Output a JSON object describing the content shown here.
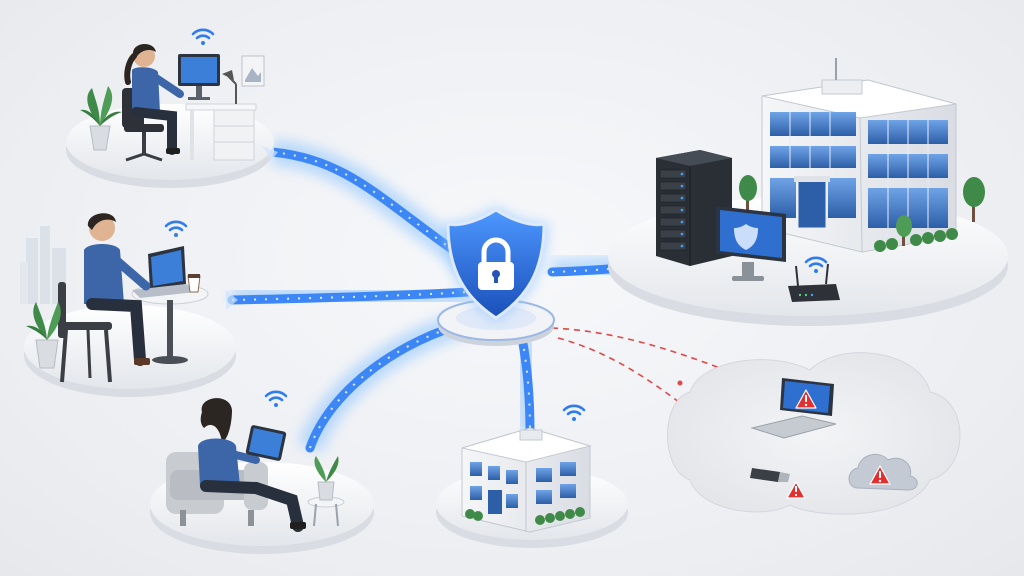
{
  "diagram": {
    "center": {
      "icon": "shield-lock-icon"
    },
    "nodes": [
      {
        "id": "home-office-worker",
        "icon": "desktop-computer-icon",
        "wifi": true
      },
      {
        "id": "cafe-worker",
        "icon": "laptop-icon",
        "wifi": true
      },
      {
        "id": "mobile-tablet-worker",
        "icon": "tablet-icon",
        "wifi": true
      },
      {
        "id": "branch-office",
        "icon": "building-icon",
        "wifi": true
      },
      {
        "id": "headquarters-datacenter",
        "icon": "server-rack-icon",
        "wifi": true
      }
    ],
    "threats": [
      {
        "id": "compromised-laptop",
        "icon": "warning-icon"
      },
      {
        "id": "unauthorized-usb",
        "icon": "warning-icon"
      },
      {
        "id": "untrusted-cloud",
        "icon": "warning-icon"
      }
    ],
    "colors": {
      "secure_link": "#2f7cf0",
      "secure_glow": "#8cc4ff",
      "threat_link": "#e04848",
      "shield": "#1f5fcf",
      "platform": "#f4f5f7",
      "shirt": "#3d66a8",
      "warning": "#e0302f"
    }
  }
}
